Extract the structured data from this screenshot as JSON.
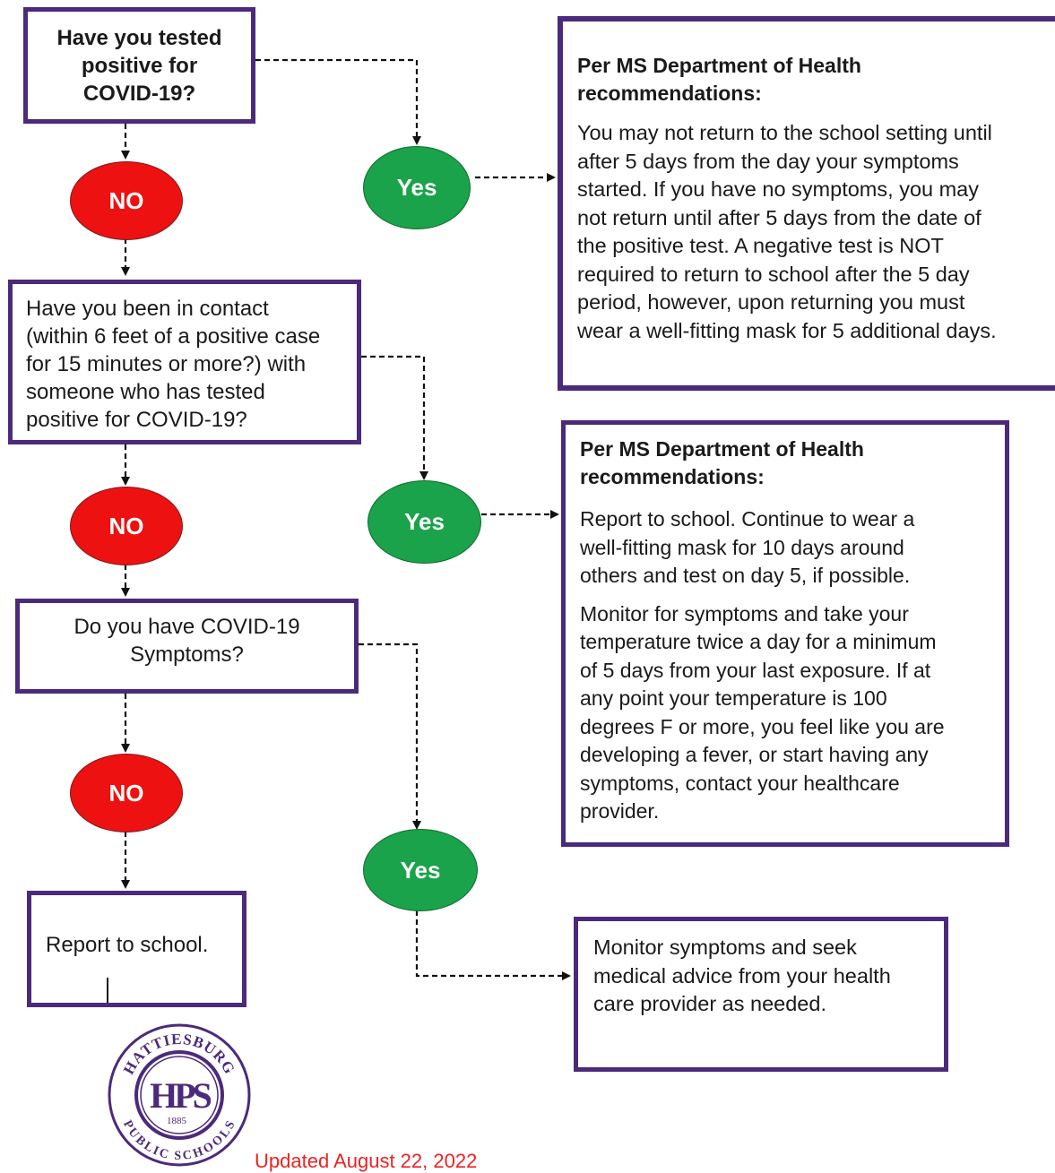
{
  "flow": {
    "q1": {
      "line1": "Have you tested",
      "line2": "positive for",
      "line3": "COVID-19?"
    },
    "q2": {
      "line1": "Have you been in contact",
      "line2": "(within 6 feet of a positive case",
      "line3": "for 15 minutes or more?) with",
      "line4": "someone who has tested",
      "line5": "positive for COVID-19?"
    },
    "q3": {
      "line1": "Do you have COVID-19",
      "line2": "Symptoms?"
    },
    "no_label": "NO",
    "yes_label": "Yes",
    "final": {
      "text": "Report to school."
    }
  },
  "panels": {
    "p1": {
      "title1": "Per MS Department of Health",
      "title2": "recommendations:",
      "lines": [
        "You may not return to the school setting until",
        "after 5 days from the day your symptoms",
        "started. If you have no symptoms, you may",
        "not return until after 5 days from the date of",
        "the positive test. A negative test is NOT",
        "required to return to school after the 5 day",
        "period, however, upon returning you must",
        "wear a well-fitting mask for 5 additional days."
      ]
    },
    "p2": {
      "title1": "Per MS Department of Health",
      "title2": "recommendations:",
      "para1": [
        "Report to school. Continue to wear a",
        "well-fitting mask for 10 days around",
        "others and test on day 5, if possible."
      ],
      "para2": [
        "Monitor for symptoms and take your",
        "temperature twice a day for a minimum",
        "of 5 days from your last exposure. If at",
        "any point your temperature is 100",
        "degrees F or more, you feel like you are",
        "developing a fever, or start having any",
        "symptoms, contact your healthcare",
        "provider."
      ]
    },
    "p3": {
      "lines": [
        "Monitor symptoms and seek",
        "medical advice from your health",
        "care provider as needed."
      ]
    }
  },
  "logo": {
    "top_text": "HATTIESBURG",
    "bottom_text": "PUBLIC SCHOOLS",
    "monogram": "HPS",
    "year": "1885",
    "color": "#4b2a7b"
  },
  "footer": {
    "updated": "Updated August 22, 2022"
  },
  "colors": {
    "border": "#4b2a7b",
    "no": "#ee1111",
    "yes": "#1aa34a",
    "updated": "#ee2222"
  }
}
